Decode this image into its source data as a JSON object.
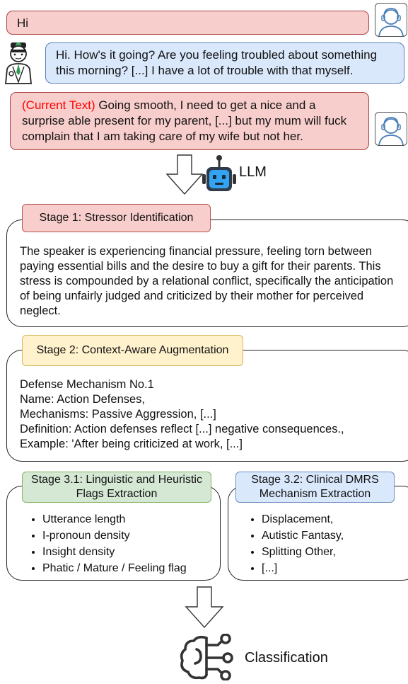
{
  "chat": {
    "user_msg_1": "Hi",
    "bot_msg": "Hi. How's it going? Are you feeling troubled about something this morning? [...] I have a lot of trouble with that myself.",
    "current_text_tag": "(Current Text)",
    "user_msg_2": " Going smooth, I need to get a nice and a surprise able present for my parent, [...] but my mum will fuck complain that I am taking care of my wife but not her."
  },
  "llm_label": "LLM",
  "stage1": {
    "label": "Stage 1: Stressor Identification",
    "text": "The speaker is experiencing financial pressure, feeling torn between paying essential bills and the desire to buy a gift for their parents. This stress is compounded by a relational conflict, specifically the anticipation of being unfairly judged and criticized by their mother for perceived neglect."
  },
  "stage2": {
    "label": "Stage 2: Context-Aware Augmentation",
    "lines": [
      "Defense Mechanism No.1",
      "Name: Action Defenses,",
      "Mechanisms: Passive Aggression, [...]",
      "Definition: Action defenses reflect [...] negative consequences.,",
      "Example: 'After being criticized at work, [...]"
    ]
  },
  "stage31": {
    "label_line1": "Stage 3.1: Linguistic and Heuristic",
    "label_line2": "Flags Extraction",
    "items": [
      "Utterance length",
      "I-pronoun density",
      "Insight density",
      "Phatic / Mature / Feeling flag"
    ]
  },
  "stage32": {
    "label_line1": "Stage 3.2: Clinical DMRS",
    "label_line2": "Mechanism Extraction",
    "items": [
      "Displacement,",
      "Autistic Fantasy,",
      "Splitting Other,",
      "[...]"
    ]
  },
  "classification_label": "Classification",
  "colors": {
    "red_fill": "#f8cecc",
    "red_stroke": "#b85450",
    "blue_fill": "#dae8fc",
    "blue_stroke": "#6c8ebf",
    "yellow_fill": "#fff2cc",
    "yellow_stroke": "#d6b656",
    "green_fill": "#d5e8d4",
    "green_stroke": "#82b366",
    "current_text": "#ff0000"
  },
  "icons": [
    "user-avatar-icon",
    "doctor-avatar-icon",
    "robot-icon",
    "down-arrow-icon",
    "brain-network-icon"
  ]
}
